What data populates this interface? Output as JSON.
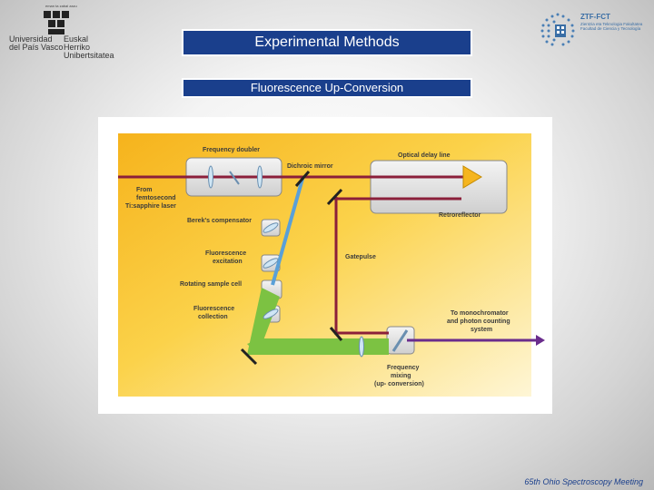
{
  "header": {
    "title": "Experimental Methods",
    "subtitle": "Fluorescence Up-Conversion"
  },
  "logo_left": {
    "top_small": "eman ta zabal zazu",
    "line1_a": "Universidad",
    "line2_a": "del País Vasco",
    "line1_b": "Euskal Herriko",
    "line2_b": "Unibertsitatea"
  },
  "logo_right": {
    "title": "ZTF-FCT",
    "line1": "Zientzia eta Teknologia Fakultatea",
    "line2": "Facultad de Ciencia y Tecnología"
  },
  "diagram": {
    "labels": {
      "frequency_doubler": "Frequency doubler",
      "dichroic_mirror": "Dichroic mirror",
      "optical_delay_line": "Optical delay line",
      "from_laser_1": "From",
      "from_laser_2": "femtosecond",
      "from_laser_3": "Ti:sapphire laser",
      "retroreflector": "Retroreflector",
      "bereks_compensator": "Berek's compensator",
      "fluor_excitation_1": "Fluorescence",
      "fluor_excitation_2": "excitation",
      "gatepulse": "Gatepulse",
      "rotating_sample_cell": "Rotating sample cell",
      "fluor_collection_1": "Fluorescence",
      "fluor_collection_2": "collection",
      "to_mono_1": "To monochromator",
      "to_mono_2": "and photon counting",
      "to_mono_3": "system",
      "freq_mixing_1": "Frequency",
      "freq_mixing_2": "mixing",
      "freq_mixing_3": "(up- conversion)"
    }
  },
  "footer": {
    "text": "65th Ohio Spectroscopy Meeting"
  },
  "colors": {
    "title_bar": "#1a3f8c",
    "laser_beam": "#8b1f3a",
    "blue_beam": "#5aa0d8",
    "green_beam": "#7cc242",
    "output_beam": "#6a2c8c"
  }
}
